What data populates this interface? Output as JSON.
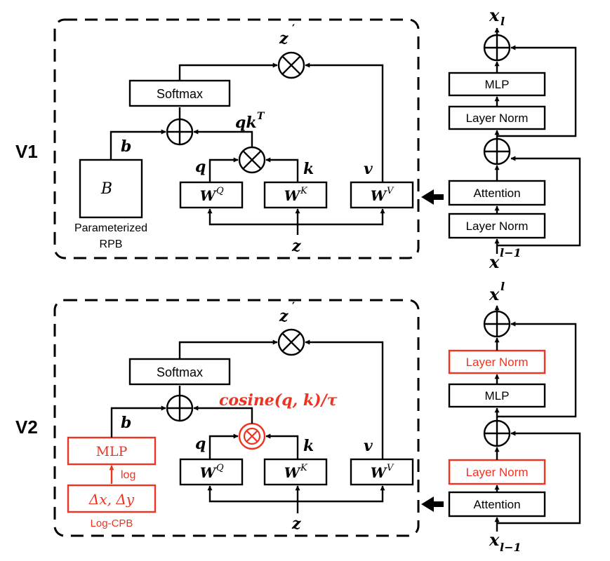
{
  "colors": {
    "highlight": "#ee3322",
    "line": "#000000",
    "background": "#ffffff"
  },
  "v1": {
    "label": "V1",
    "softmax": "Softmax",
    "b": "b",
    "qkt_base": "qk",
    "qkt_sup": "T",
    "q": "q",
    "k": "k",
    "v": "v",
    "z": "z",
    "z_out": "z",
    "z_out_prime": "′",
    "B": "B",
    "param_rpb_1": "Parameterized",
    "param_rpb_2": "RPB",
    "wq_base": "W",
    "wq_sup": "Q",
    "wk_base": "W",
    "wk_sup": "K",
    "wv_base": "W",
    "wv_sup": "V",
    "block": {
      "out_base": "x",
      "out_sub": "l",
      "mlp": "MLP",
      "layer_norm_top": "Layer Norm",
      "attention": "Attention",
      "layer_norm_bottom": "Layer Norm",
      "in_base": "x",
      "in_sup": "l−1"
    }
  },
  "v2": {
    "label": "V2",
    "softmax": "Softmax",
    "b": "b",
    "cosine": "cosine(q, k)/τ",
    "q": "q",
    "k": "k",
    "v": "v",
    "z": "z",
    "z_out": "z",
    "z_out_prime": "′",
    "mlp": "MLP",
    "log": "log",
    "delta": "Δx, Δy",
    "log_cpb": "Log-CPB",
    "wq_base": "W",
    "wq_sup": "Q",
    "wk_base": "W",
    "wk_sup": "K",
    "wv_base": "W",
    "wv_sup": "V",
    "block": {
      "out_base": "x",
      "out_sup": "l",
      "layer_norm_top": "Layer Norm",
      "mlp": "MLP",
      "layer_norm_mid": "Layer Norm",
      "attention": "Attention",
      "in_base": "x",
      "in_sub": "l−1"
    }
  }
}
